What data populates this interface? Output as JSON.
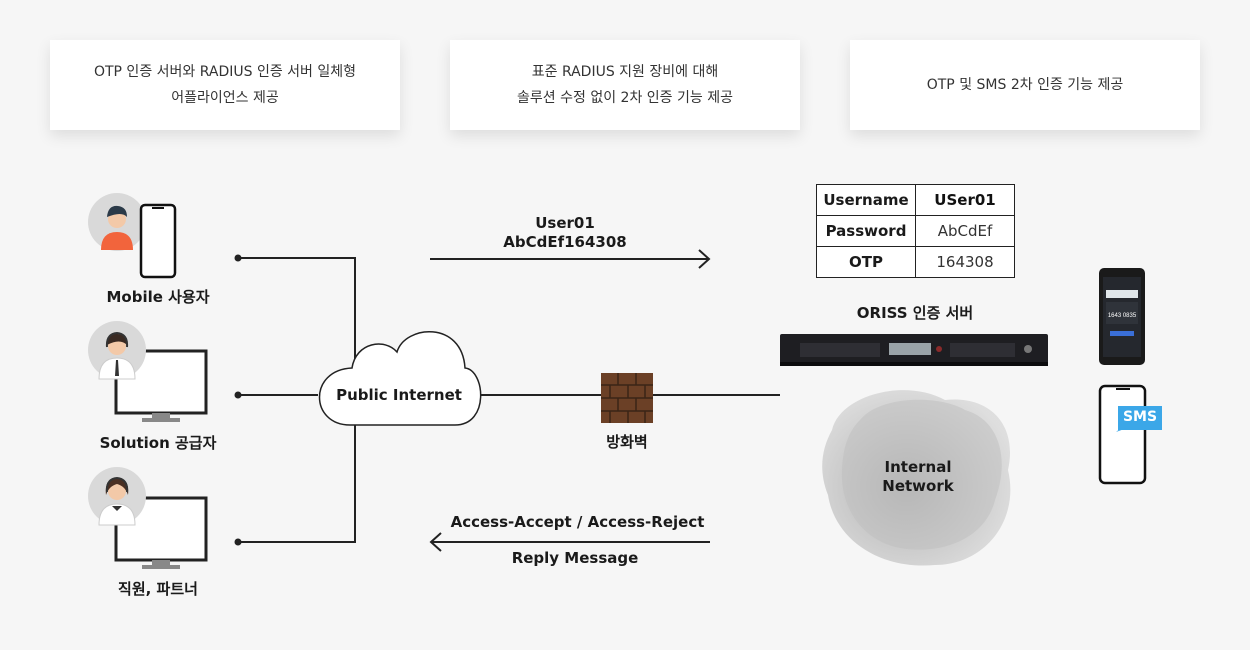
{
  "features": [
    {
      "line1": "OTP 인증 서버와 RADIUS 인증 서버 일체형",
      "line2": "어플라이언스 제공"
    },
    {
      "line1": "표준 RADIUS 지원 장비에 대해",
      "line2": "솔루션 수정 없이 2차 인증 기능 제공"
    },
    {
      "line1": "OTP 및 SMS 2차 인증 기능 제공",
      "line2": ""
    }
  ],
  "users": {
    "mobile": "Mobile 사용자",
    "solution": "Solution 공급자",
    "staff": "직원, 파트너"
  },
  "cloud": {
    "label": "Public Internet"
  },
  "firewall": {
    "label": "방화벽"
  },
  "request": {
    "line1": "User01",
    "line2": "AbCdEf164308"
  },
  "credentials": {
    "rows": [
      {
        "key": "Username",
        "value": "USer01"
      },
      {
        "key": "Password",
        "value": "AbCdEf"
      },
      {
        "key": "OTP",
        "value": "164308"
      }
    ]
  },
  "server": {
    "label": "ORISS 인증 서버"
  },
  "internal": {
    "line1": "Internal",
    "line2": "Network"
  },
  "response": {
    "line1": "Access-Accept / Access-Reject",
    "line2": "Reply Message"
  },
  "phone_otp": {
    "code": "1643 0835"
  },
  "sms_badge": "SMS"
}
